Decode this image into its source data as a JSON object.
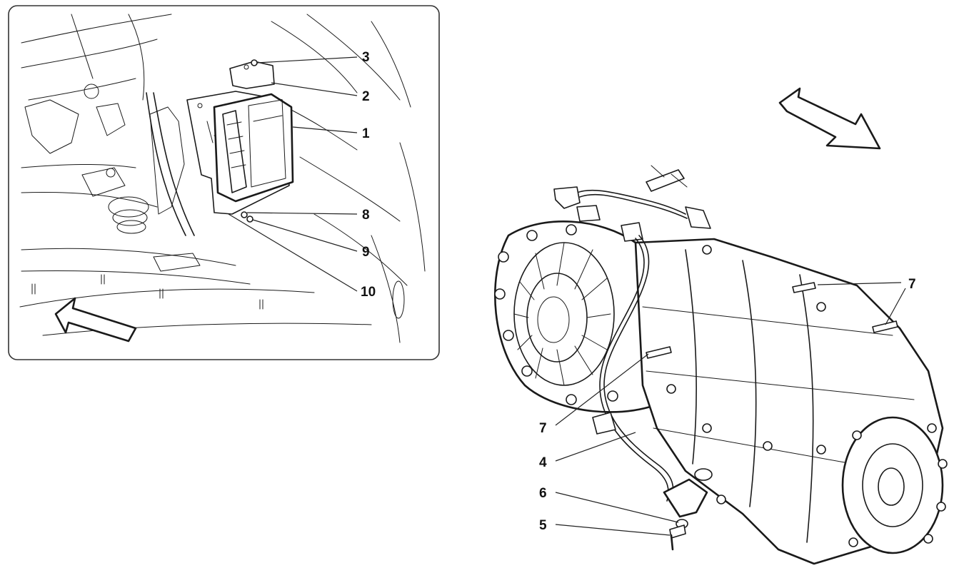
{
  "callouts": {
    "inset": [
      "3",
      "2",
      "1",
      "8",
      "9",
      "10"
    ],
    "main": [
      "7",
      "7",
      "4",
      "6",
      "5"
    ]
  },
  "colors": {
    "line": "#1a1a1a",
    "panel_border": "#333333",
    "background": "#ffffff"
  },
  "icons": {
    "inset_arrow": "direction-arrow-icon",
    "main_arrow": "direction-arrow-icon"
  }
}
